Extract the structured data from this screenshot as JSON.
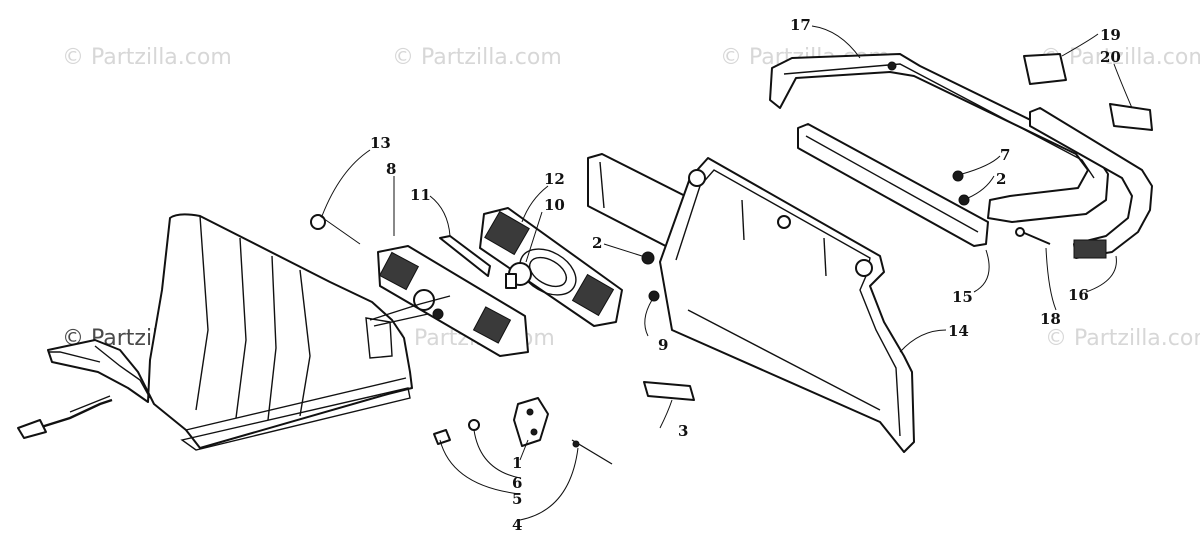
{
  "watermark": "© Partzilla.com",
  "callouts": {
    "c1": "1",
    "c2a": "2",
    "c2b": "2",
    "c3": "3",
    "c4": "4",
    "c5": "5",
    "c6": "6",
    "c7": "7",
    "c8": "8",
    "c9": "9",
    "c10": "10",
    "c11": "11",
    "c12": "12",
    "c13": "13",
    "c14": "14",
    "c15": "15",
    "c16": "16",
    "c17": "17",
    "c18": "18",
    "c19": "19",
    "c20": "20"
  }
}
